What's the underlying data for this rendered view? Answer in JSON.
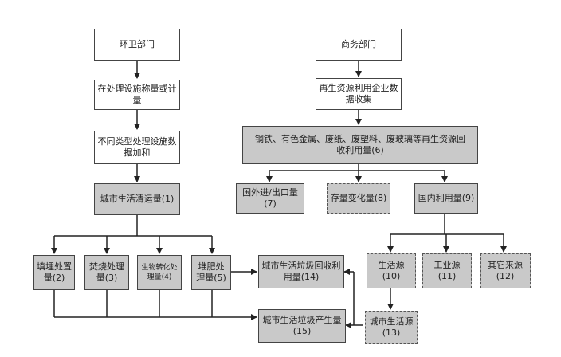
{
  "nodes": {
    "huanwei": "环卫部门",
    "shangwu": "商务部门",
    "chuli_chengliang": "在处理设施称量或计量",
    "butong_leixing": "不同类型处理设施数据加和",
    "qingyun": "城市生活清运量(1)",
    "zaisheng_qiye": "再生资源利用企业数据收集",
    "huishou_liyong": "钢铁、有色金属、废纸、废塑料、废玻璃等再生资源回收利用量(6)",
    "guowai": "国外进/出口量(7)",
    "cunliang": "存量变化量(8)",
    "guonei": "国内利用量(9)",
    "tianmai": "填埋处置量(2)",
    "fenshao": "焚烧处理量(3)",
    "shengwuhua": "生物转化处理量(4)",
    "duifei": "堆肥处理量(5)",
    "huishou_lajiliang": "城市生活垃圾回收利用量(14)",
    "shenghuo_yuan": "生活源(10)",
    "gongye_yuan": "工业源(11)",
    "qita_yuan": "其它来源(12)",
    "chanshengliang": "城市生活垃圾产生量(15)",
    "shenghuo_yuan13": "城市生活源(13)"
  }
}
